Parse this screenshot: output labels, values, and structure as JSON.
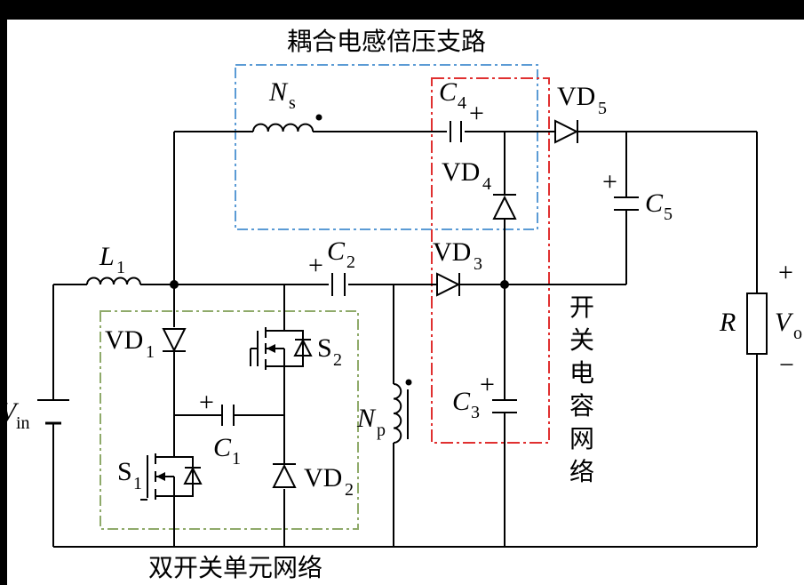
{
  "titles": {
    "coupled_branch": "耦合电感倍压支路",
    "dual_switch_network": "双开关单元网络",
    "switched_cap_network": [
      "开",
      "关",
      "电",
      "容",
      "网",
      "络"
    ]
  },
  "components": {
    "ns": {
      "main": "N",
      "sub": "s"
    },
    "np": {
      "main": "N",
      "sub": "p"
    },
    "l1": {
      "main": "L",
      "sub": "1"
    },
    "c1": {
      "main": "C",
      "sub": "1"
    },
    "c2": {
      "main": "C",
      "sub": "2"
    },
    "c3": {
      "main": "C",
      "sub": "3"
    },
    "c4": {
      "main": "C",
      "sub": "4"
    },
    "c5": {
      "main": "C",
      "sub": "5"
    },
    "vd1": {
      "main": "VD",
      "sub": "1"
    },
    "vd2": {
      "main": "VD",
      "sub": "2"
    },
    "vd3": {
      "main": "VD",
      "sub": "3"
    },
    "vd4": {
      "main": "VD",
      "sub": "4"
    },
    "vd5": {
      "main": "VD",
      "sub": "5"
    },
    "s1": {
      "main": "S",
      "sub": "1"
    },
    "s2": {
      "main": "S",
      "sub": "2"
    },
    "r": {
      "main": "R"
    },
    "vin": {
      "main": "V",
      "sub": "in"
    },
    "vo": {
      "main": "V",
      "sub": "o"
    }
  },
  "polarity": {
    "plus": "+",
    "minus": "−"
  },
  "colors": {
    "background_bar": "#000000",
    "canvas": "#ffffff",
    "wire": "#000000",
    "coupled_box": "#5b9bd5",
    "switched_cap_box": "#e03030",
    "dual_switch_box": "#8faa6a"
  }
}
